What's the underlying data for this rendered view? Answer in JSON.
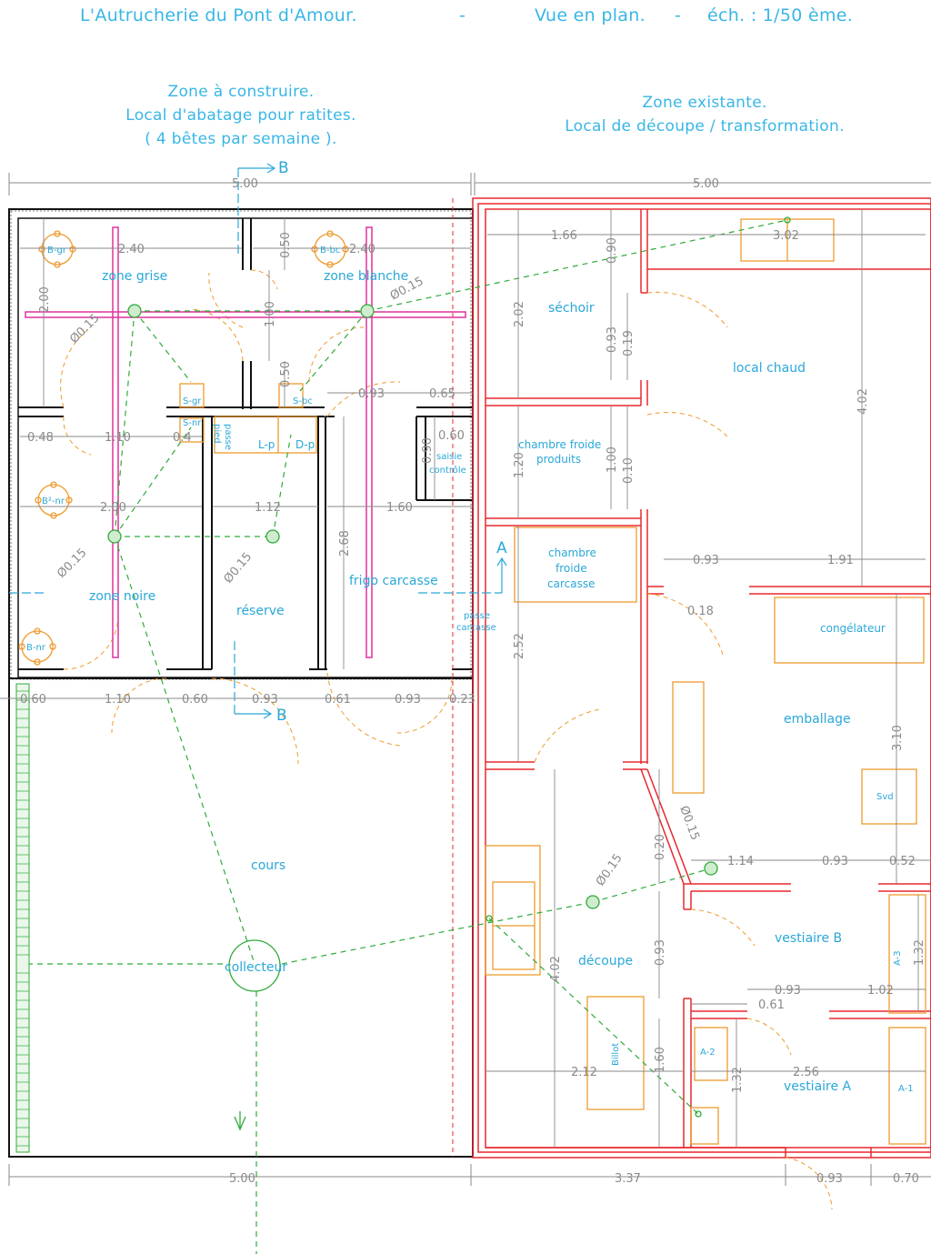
{
  "header": {
    "title_name": "L'Autrucherie du Pont d'Amour.",
    "dash1": "-",
    "title_view": "Vue en plan.",
    "dash2": "-",
    "title_scale": "éch. : 1/50 ème."
  },
  "zone_new": [
    "Zone à construire.",
    "Local d'abatage pour ratites.",
    "( 4 bêtes par semaine )."
  ],
  "zone_existing": [
    "Zone existante.",
    "Local de découpe / transformation."
  ],
  "sections": {
    "b_top": "B",
    "b_bottom": "B",
    "a": "A"
  },
  "rooms": {
    "zone_grise": "zone grise",
    "zone_blanche": "zone blanche",
    "zone_noire": "zone noire",
    "reserve": "réserve",
    "frigo_carcasse": "frigo carcasse",
    "cours": "cours",
    "collecteur": "collecteur",
    "sechoir": "séchoir",
    "local_chaud": "local chaud",
    "chambre_froide_produits": [
      "chambre froide",
      "produits"
    ],
    "chambre_froide_carcasse": [
      "chambre",
      "froide",
      "carcasse"
    ],
    "emballage": "emballage",
    "congelateur": "congélateur",
    "decoupe": "découpe",
    "vestiaire_a": "vestiaire A",
    "vestiaire_b": "vestiaire B",
    "saisie_controle": [
      "saisie",
      "contrôle"
    ],
    "passe_carcasse": [
      "passe",
      "carcasse"
    ],
    "passe_pied": [
      "passe",
      "pied"
    ]
  },
  "fixtures": {
    "b_gr": "B-gr",
    "b_bc": "B-bc",
    "b2_nr": "B²-nr",
    "b_nr": "B-nr",
    "s_gr": "S-gr",
    "s_bc": "S-bc",
    "s_nr": "S-nr",
    "l_p": "L-p",
    "d_p": "D-p",
    "svd": "Svd",
    "billot": "Billot",
    "a1": "A-1",
    "a2": "A-2",
    "a3": "A-3"
  },
  "pipe_label": "Ø0.15",
  "dimensions": {
    "top_left": "5.00",
    "top_right": "5.00",
    "bottom_left": "5.00",
    "bottom_mid": "3.37",
    "bottom_door": "0.93",
    "bottom_end": "0.70",
    "h_240_a": "2.40",
    "h_240_b": "2.40",
    "h_048": "0.48",
    "h_110": "1.10",
    "h_04": "0.4",
    "h_093_top": "0.93",
    "h_065": "0.65",
    "h_060_sc": "0.60",
    "h_200": "2.00",
    "h_112": "1.12",
    "h_160": "1.60",
    "row_060a": "0.60",
    "row_110": "1.10",
    "row_060b": "0.60",
    "row_093a": "0.93",
    "row_061": "0.61",
    "row_093b": "0.93",
    "row_023": "0.23",
    "v_050a": "0.50",
    "v_100": "1.00",
    "v_050b": "0.50",
    "v_200": "2.00",
    "v_268": "2.68",
    "v_090_sc": "0.90",
    "r_166": "1.66",
    "r_302": "3.02",
    "r_090": "0.90",
    "r_202": "2.02",
    "r_093": "0.93",
    "r_019": "0.19",
    "r_402a": "4.02",
    "r_120": "1.20",
    "r_100": "1.00",
    "r_010": "0.10",
    "r_093b": "0.93",
    "r_191": "1.91",
    "r_018": "0.18",
    "r_252": "2.52",
    "r_310": "3.10",
    "r_114": "1.14",
    "r_093c": "0.93",
    "r_052": "0.52",
    "r_020": "0.20",
    "r_093d": "0.93",
    "r_402b": "4.02",
    "r_093e": "0.93",
    "r_102": "1.02",
    "r_061": "0.61",
    "r_132a": "1.32",
    "r_212": "2.12",
    "r_160": "1.60",
    "r_132b": "1.32",
    "r_256": "2.56"
  },
  "colors": {
    "wall_new": "#111111",
    "wall_existing": "#e8282e",
    "label": "#2aa8d8",
    "dimension": "#8a8a8a",
    "rail": "#e0309c",
    "drain": "#2faa3a",
    "equipment": "#ef9a2e"
  }
}
